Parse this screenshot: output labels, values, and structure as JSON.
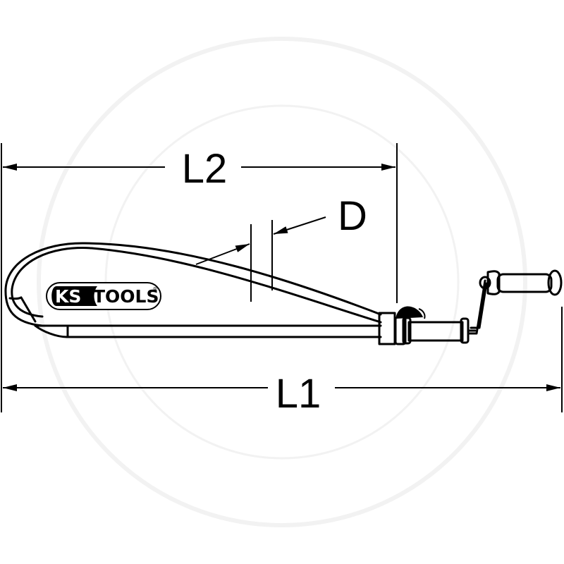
{
  "dimensions": {
    "overall_length_label": "L1",
    "cable_length_label": "L2",
    "diameter_label": "D"
  },
  "brand": {
    "ks": "KS",
    "tools": "TOOLS",
    "registered": "®"
  },
  "colors": {
    "line": "#000000",
    "background": "#ffffff",
    "watermark": "#f2f2f2"
  }
}
